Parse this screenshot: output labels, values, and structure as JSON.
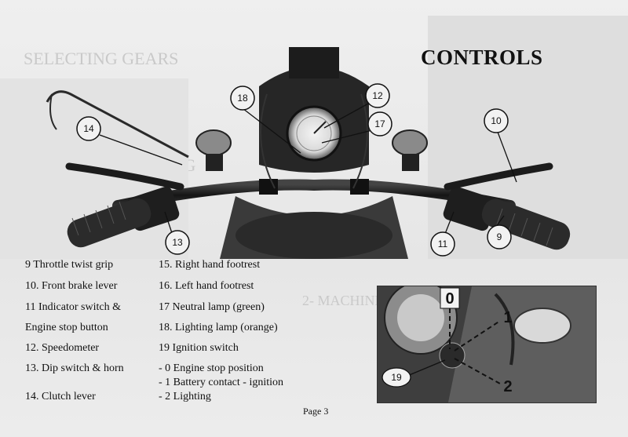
{
  "title": "CONTROLS",
  "page": "Page 3",
  "legend_left": [
    "9  Throttle twist grip",
    "10. Front brake lever",
    "11  Indicator switch &",
    "Engine stop button",
    "12. Speedometer",
    "13. Dip switch & horn",
    "14. Clutch lever"
  ],
  "legend_right": [
    "15. Right hand footrest",
    "16. Left hand footrest",
    "17  Neutral lamp (green)",
    "18. Lighting lamp (orange)",
    "19  Ignition switch",
    "- 0  Engine stop position",
    "- 1   Battery contact - ignition",
    "- 2  Lighting"
  ],
  "callouts": [
    "9",
    "10",
    "11",
    "12",
    "13",
    "14",
    "17",
    "18",
    "19"
  ],
  "inset_labels": [
    "0",
    "1",
    "2"
  ]
}
